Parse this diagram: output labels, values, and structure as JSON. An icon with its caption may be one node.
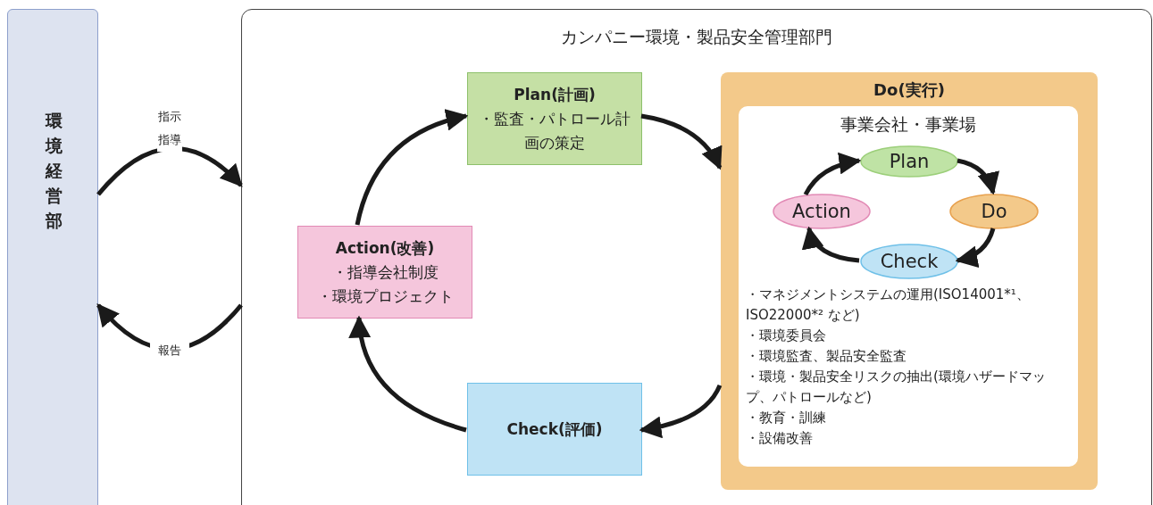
{
  "diagram": {
    "nodes": [
      {
        "text": [
          "環境経営部"
        ]
      },
      {
        "text": [
          "カンパニー環境・製品安全管理部門"
        ]
      },
      {
        "text": [
          "Plan(計画)",
          "・監査・パトロール計画の策定"
        ],
        "in": 1
      },
      {
        "text": [
          "Action(改善)",
          "・指導会社制度",
          "・環境プロジェクト"
        ],
        "in": 1
      },
      {
        "text": [
          "Check(評価)"
        ],
        "in": 1
      },
      {
        "text": [
          "Do(実行)"
        ],
        "in": 1
      },
      {
        "text": [
          "事業会社・事業場",
          "・マネジメントシステムの運用(ISO14001*¹、ISO22000*² など)",
          "・環境委員会",
          "・環境監査、製品安全監査",
          "・環境・製品安全リスクの抽出(環境ハザードマップ、パトロールなど)",
          "・教育・訓練",
          "・設備改善"
        ],
        "in": 5
      },
      {
        "text": [
          "Plan"
        ],
        "in": 6
      },
      {
        "text": [
          "Do"
        ],
        "in": 6
      },
      {
        "text": [
          "Check"
        ],
        "in": 6
      },
      {
        "text": [
          "Action"
        ],
        "in": 6
      }
    ],
    "edges": [
      {
        "from": 0,
        "to": 1,
        "arrow": "to",
        "label": "指示指導"
      },
      {
        "from": 1,
        "to": 0,
        "arrow": "to",
        "label": "報告"
      },
      {
        "from": 3,
        "to": 2,
        "arrow": "to"
      },
      {
        "from": 2,
        "to": 5,
        "arrow": "to"
      },
      {
        "from": 5,
        "to": 4,
        "arrow": "to"
      },
      {
        "from": 4,
        "to": 3,
        "arrow": "to"
      },
      {
        "from": 10,
        "to": 7,
        "arrow": "to"
      },
      {
        "from": 7,
        "to": 8,
        "arrow": "to"
      },
      {
        "from": 8,
        "to": 9,
        "arrow": "to"
      },
      {
        "from": 9,
        "to": 10,
        "arrow": "to"
      }
    ]
  }
}
